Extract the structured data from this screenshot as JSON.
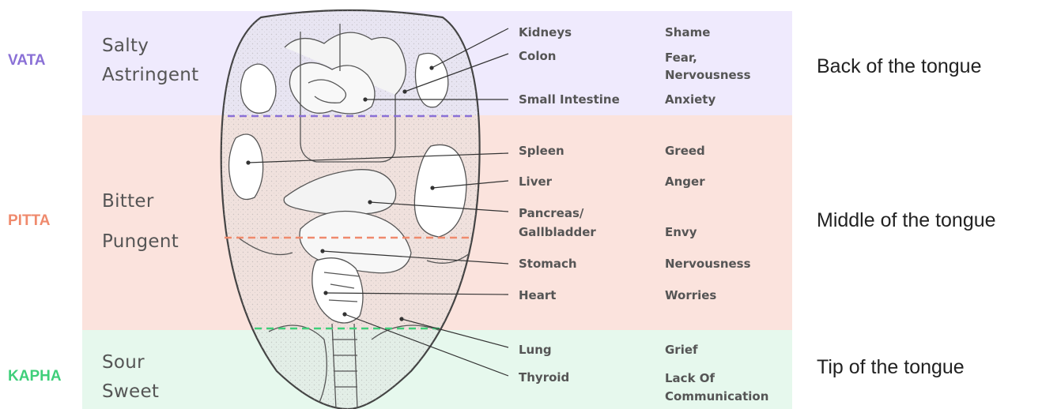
{
  "colors": {
    "vata": "#8a70d6",
    "pitta": "#ef8a6d",
    "kapha": "#3fcf7a",
    "vata_band": "#efeafd",
    "pitta_band": "#fbe3dd",
    "kapha_band": "#e6f8ed"
  },
  "doshas": {
    "vata": "VATA",
    "pitta": "PITTA",
    "kapha": "KAPHA"
  },
  "tastes": {
    "vata_1": "Salty",
    "vata_2": "Astringent",
    "pitta_1": "Bitter",
    "pitta_2": "Pungent",
    "kapha_1": "Sour",
    "kapha_2": "Sweet"
  },
  "organs": {
    "kidneys": "Kidneys",
    "colon": "Colon",
    "small_intestine": "Small Intestine",
    "spleen": "Spleen",
    "liver": "Liver",
    "pancreas_1": "Pancreas/",
    "pancreas_2": "Gallbladder",
    "stomach": "Stomach",
    "heart": "Heart",
    "lung": "Lung",
    "thyroid": "Thyroid"
  },
  "emotions": {
    "shame": "Shame",
    "fear_1": "Fear,",
    "fear_2": "Nervousness",
    "anxiety": "Anxiety",
    "greed": "Greed",
    "anger": "Anger",
    "envy": "Envy",
    "nervousness": "Nervousness",
    "worries": "Worries",
    "grief": "Grief",
    "lack_1": "Lack Of",
    "lack_2": "Communication"
  },
  "regions": {
    "back": "Back of the tongue",
    "middle": "Middle of the tongue",
    "tip": "Tip of the tongue"
  }
}
